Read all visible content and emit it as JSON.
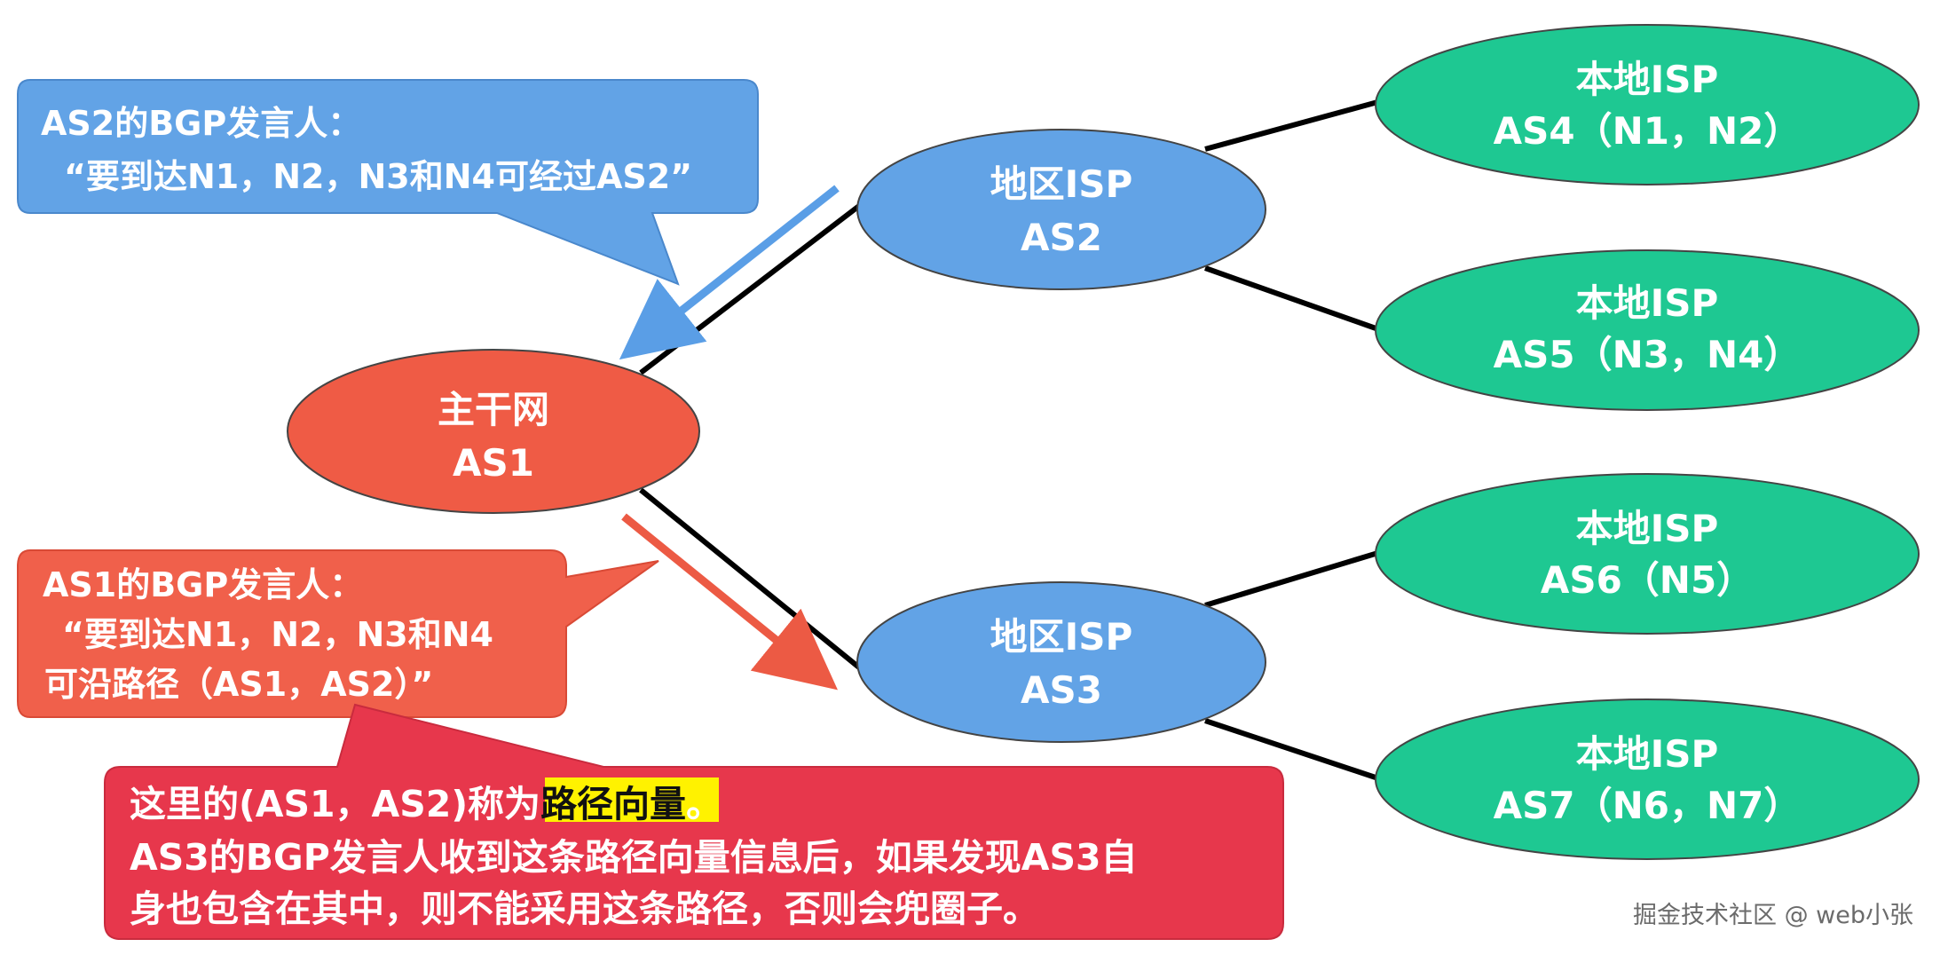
{
  "colors": {
    "backbone": "#ef5b45",
    "regional": "#62a3e6",
    "local": "#1ec892",
    "callout_blue": "#62a3e6",
    "callout_orange": "#f0604b",
    "note_red": "#e7374c",
    "arrow_blue": "#5a9ee6",
    "arrow_red": "#ec5a44",
    "highlight": "#fff200",
    "link": "#000000"
  },
  "nodes": {
    "as1": {
      "name": "主干网",
      "as": "AS1"
    },
    "as2": {
      "name": "地区ISP",
      "as": "AS2"
    },
    "as3": {
      "name": "地区ISP",
      "as": "AS3"
    },
    "as4": {
      "name": "本地ISP",
      "as": "AS4（N1，N2）"
    },
    "as5": {
      "name": "本地ISP",
      "as": "AS5（N3，N4）"
    },
    "as6": {
      "name": "本地ISP",
      "as": "AS6（N5）"
    },
    "as7": {
      "name": "本地ISP",
      "as": "AS7（N6，N7）"
    }
  },
  "callouts": {
    "as2_speaker": {
      "line1": "AS2的BGP发言人：",
      "line2": "“要到达N1，N2，N3和N4可经过AS2”"
    },
    "as1_speaker": {
      "line1": "AS1的BGP发言人：",
      "line2": "“要到达N1，N2，N3和N4",
      "line3": "可沿路径（AS1，AS2）”"
    }
  },
  "note": {
    "line1_prefix": "这里的(AS1，AS2)称为",
    "line1_highlight": "路径向量",
    "line1_suffix": "。",
    "line2": "AS3的BGP发言人收到这条路径向量信息后，如果发现AS3自",
    "line3": "身也包含在其中，则不能采用这条路径，否则会兜圈子。"
  },
  "watermark": "掘金技术社区 @ web小张"
}
